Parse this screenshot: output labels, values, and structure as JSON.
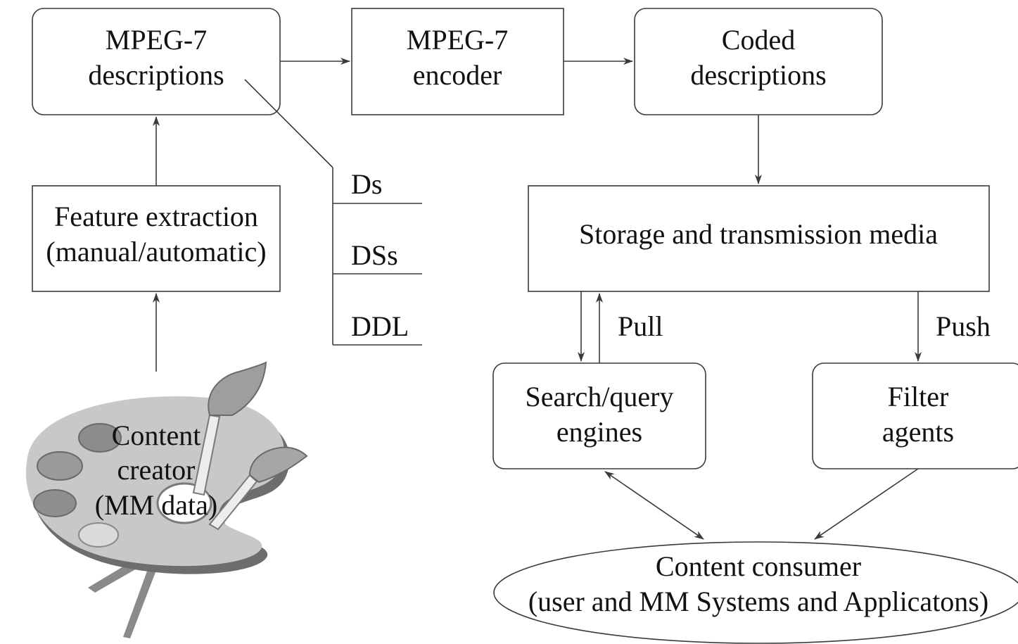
{
  "nodes": {
    "mpeg7_descriptions": {
      "line1": "MPEG-7",
      "line2": "descriptions"
    },
    "mpeg7_encoder": {
      "line1": "MPEG-7",
      "line2": "encoder"
    },
    "coded_descriptions": {
      "line1": "Coded",
      "line2": "descriptions"
    },
    "feature_extraction": {
      "line1": "Feature extraction",
      "line2": "(manual/automatic)"
    },
    "storage_media": {
      "label": "Storage and transmission media"
    },
    "search_engines": {
      "line1": "Search/query",
      "line2": "engines"
    },
    "filter_agents": {
      "line1": "Filter",
      "line2": "agents"
    },
    "content_consumer": {
      "line1": "Content consumer",
      "line2": "(user and MM Systems and Applicatons)"
    },
    "content_creator": {
      "line1": "Content",
      "line2": "creator",
      "line3": "(MM data)",
      "icon": "paint-palette-icon"
    }
  },
  "standard_parts": [
    "Ds",
    "DSs",
    "DDL"
  ],
  "edge_labels": {
    "pull": "Pull",
    "push": "Push"
  }
}
